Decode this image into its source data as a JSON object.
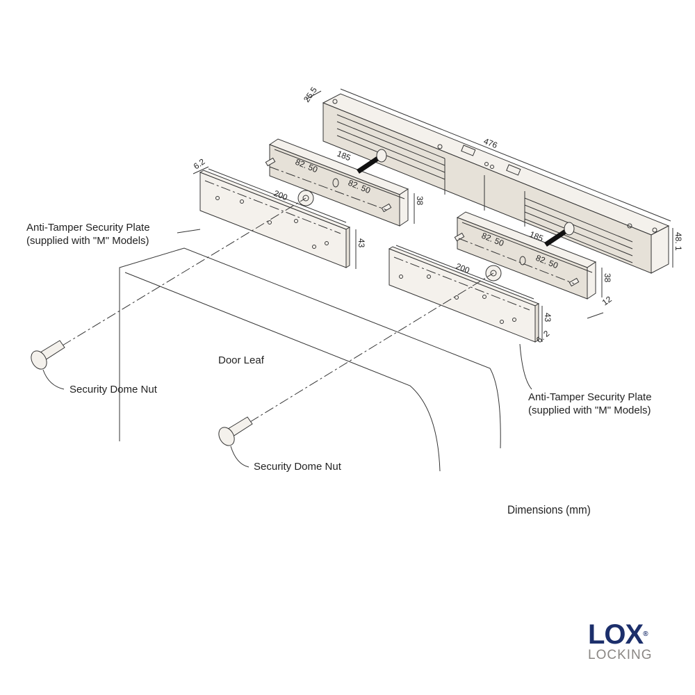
{
  "labels": {
    "plate_left_line1": "Anti-Tamper Security Plate",
    "plate_left_line2": "(supplied with \"M\" Models)",
    "plate_right_line1": "Anti-Tamper Security Plate",
    "plate_right_line2": "(supplied with \"M\" Models)",
    "door_leaf": "Door Leaf",
    "nut_left": "Security Dome Nut",
    "nut_right": "Security Dome Nut",
    "dimensions_note": "Dimensions (mm)"
  },
  "dimensions": {
    "magnet_depth": "25.5",
    "magnet_length": "476",
    "magnet_height": "48. 1",
    "left_plate_offset": "6.2",
    "left_armature_length": "185",
    "left_hole_a": "82. 50",
    "left_hole_b": "82. 50",
    "left_plate_length": "200",
    "left_armature_height": "38",
    "left_plate_height": "43",
    "right_armature_length": "185",
    "right_hole_a": "82. 50",
    "right_hole_b": "82. 50",
    "right_plate_length": "200",
    "right_armature_height": "38",
    "right_armature_thickness": "12",
    "right_plate_height": "43",
    "right_plate_offset": "6. 2"
  },
  "logo": {
    "brand": "LOX",
    "sub": "LOCKING",
    "mark": "®",
    "color": "#1c2f6b",
    "sub_color": "#8a8683"
  }
}
